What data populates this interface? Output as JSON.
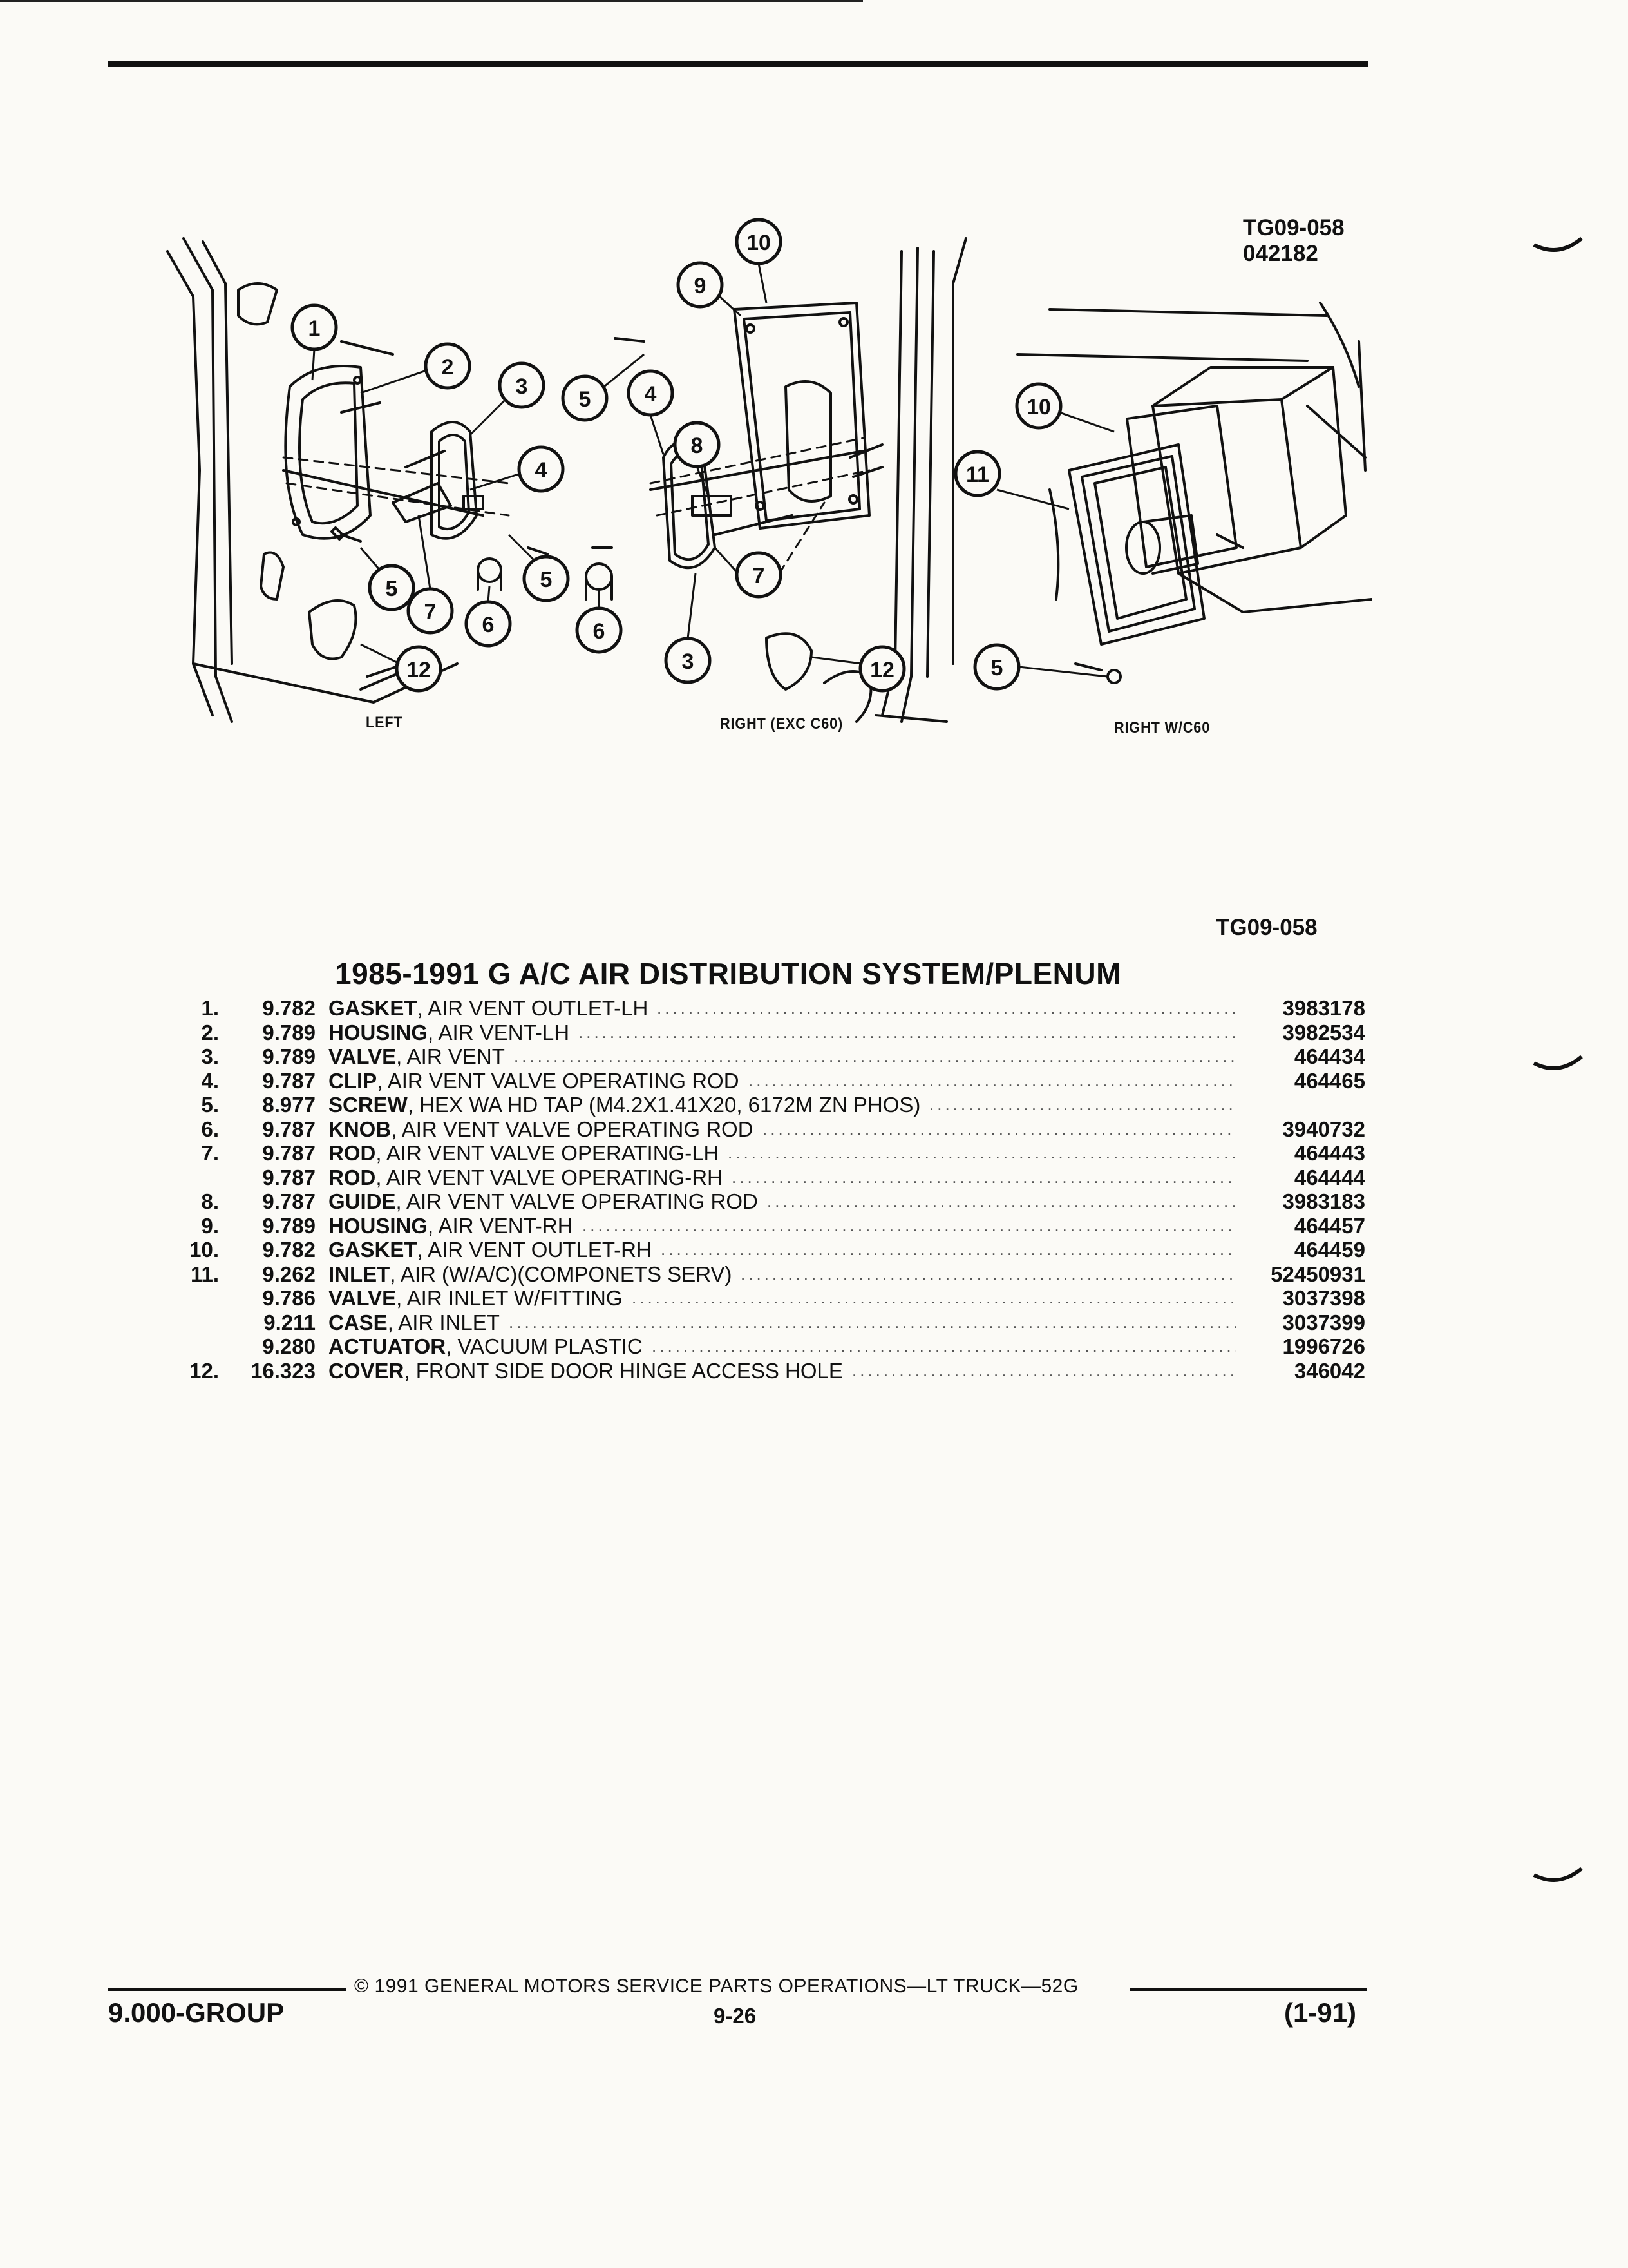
{
  "figure": {
    "code": "TG09-058",
    "date_code": "042182",
    "code_below": "TG09-058",
    "view_labels": {
      "left": "LEFT",
      "right_exc": "RIGHT (EXC C60)",
      "right_w": "RIGHT W/C60"
    },
    "callouts": [
      "1",
      "2",
      "3",
      "4",
      "5",
      "6",
      "7",
      "8",
      "9",
      "10",
      "11",
      "12"
    ]
  },
  "section": {
    "title": "1985-1991 G A/C AIR DISTRIBUTION SYSTEM/PLENUM"
  },
  "parts": [
    {
      "item": "1.",
      "group": "9.782",
      "name": "GASKET",
      "desc": "AIR VENT OUTLET-LH",
      "part": "3983178"
    },
    {
      "item": "2.",
      "group": "9.789",
      "name": "HOUSING",
      "desc": "AIR VENT-LH",
      "part": "3982534"
    },
    {
      "item": "3.",
      "group": "9.789",
      "name": "VALVE",
      "desc": "AIR VENT",
      "part": "464434"
    },
    {
      "item": "4.",
      "group": "9.787",
      "name": "CLIP",
      "desc": "AIR VENT VALVE OPERATING ROD",
      "part": "464465"
    },
    {
      "item": "5.",
      "group": "8.977",
      "name": "SCREW",
      "desc": "HEX WA HD TAP (M4.2X1.41X20, 6172M ZN PHOS)",
      "part": ""
    },
    {
      "item": "6.",
      "group": "9.787",
      "name": "KNOB",
      "desc": "AIR VENT VALVE OPERATING ROD",
      "part": "3940732"
    },
    {
      "item": "7.",
      "group": "9.787",
      "name": "ROD",
      "desc": "AIR VENT VALVE OPERATING-LH",
      "part": "464443"
    },
    {
      "item": "",
      "group": "9.787",
      "name": "ROD",
      "desc": "AIR VENT VALVE OPERATING-RH",
      "part": "464444"
    },
    {
      "item": "8.",
      "group": "9.787",
      "name": "GUIDE",
      "desc": "AIR VENT VALVE OPERATING ROD",
      "part": "3983183"
    },
    {
      "item": "9.",
      "group": "9.789",
      "name": "HOUSING",
      "desc": "AIR VENT-RH",
      "part": "464457"
    },
    {
      "item": "10.",
      "group": "9.782",
      "name": "GASKET",
      "desc": "AIR VENT OUTLET-RH",
      "part": "464459"
    },
    {
      "item": "11.",
      "group": "9.262",
      "name": "INLET",
      "desc": "AIR (W/A/C)(COMPONETS SERV)",
      "part": "52450931"
    },
    {
      "item": "",
      "group": "9.786",
      "name": "VALVE",
      "desc": "AIR INLET W/FITTING",
      "part": "3037398"
    },
    {
      "item": "",
      "group": "9.211",
      "name": "CASE",
      "desc": "AIR INLET",
      "part": "3037399"
    },
    {
      "item": "",
      "group": "9.280",
      "name": "ACTUATOR",
      "desc": "VACUUM PLASTIC",
      "part": "1996726"
    },
    {
      "item": "12.",
      "group": "16.323",
      "name": "COVER",
      "desc": "FRONT SIDE DOOR HINGE ACCESS HOLE",
      "part": "346042"
    }
  ],
  "footer": {
    "copyright": "© 1991 GENERAL MOTORS SERVICE PARTS OPERATIONS—LT TRUCK—52G",
    "group": "9.000-GROUP",
    "page": "9-26",
    "date": "(1-91)"
  }
}
